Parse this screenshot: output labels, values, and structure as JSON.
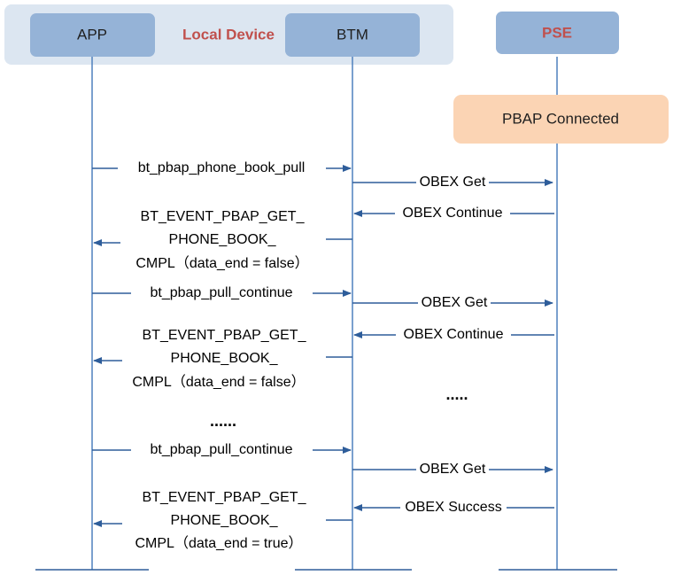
{
  "colors": {
    "group_fill": "#dce6f1",
    "participant_fill": "#95b3d7",
    "lifeline": "#4f81bd",
    "arrow": "#2e5d9a",
    "note_fill": "#fbd4b4",
    "accent_text": "#c0504d"
  },
  "group": {
    "label": "Local Device"
  },
  "participants": {
    "app": "APP",
    "btm": "BTM",
    "pse": "PSE"
  },
  "note": {
    "label": "PBAP Connected"
  },
  "messages": {
    "m1": "bt_pbap_phone_book_pull",
    "m2": "OBEX Get",
    "m3": "OBEX Continue",
    "m4": [
      "BT_EVENT_PBAP_GET_",
      "PHONE_BOOK_",
      "CMPL（data_end = false）"
    ],
    "m5": "bt_pbap_pull_continue",
    "m6": "OBEX Get",
    "m7": "OBEX Continue",
    "m8": [
      "BT_EVENT_PBAP_GET_",
      "PHONE_BOOK_",
      "CMPL（data_end = false）"
    ],
    "m9": "bt_pbap_pull_continue",
    "m10": "OBEX Get",
    "m11": "OBEX Success",
    "m12": [
      "BT_EVENT_PBAP_GET_",
      "PHONE_BOOK_",
      "CMPL（data_end = true）"
    ]
  },
  "ellipsis_left": "......",
  "ellipsis_right": "....."
}
